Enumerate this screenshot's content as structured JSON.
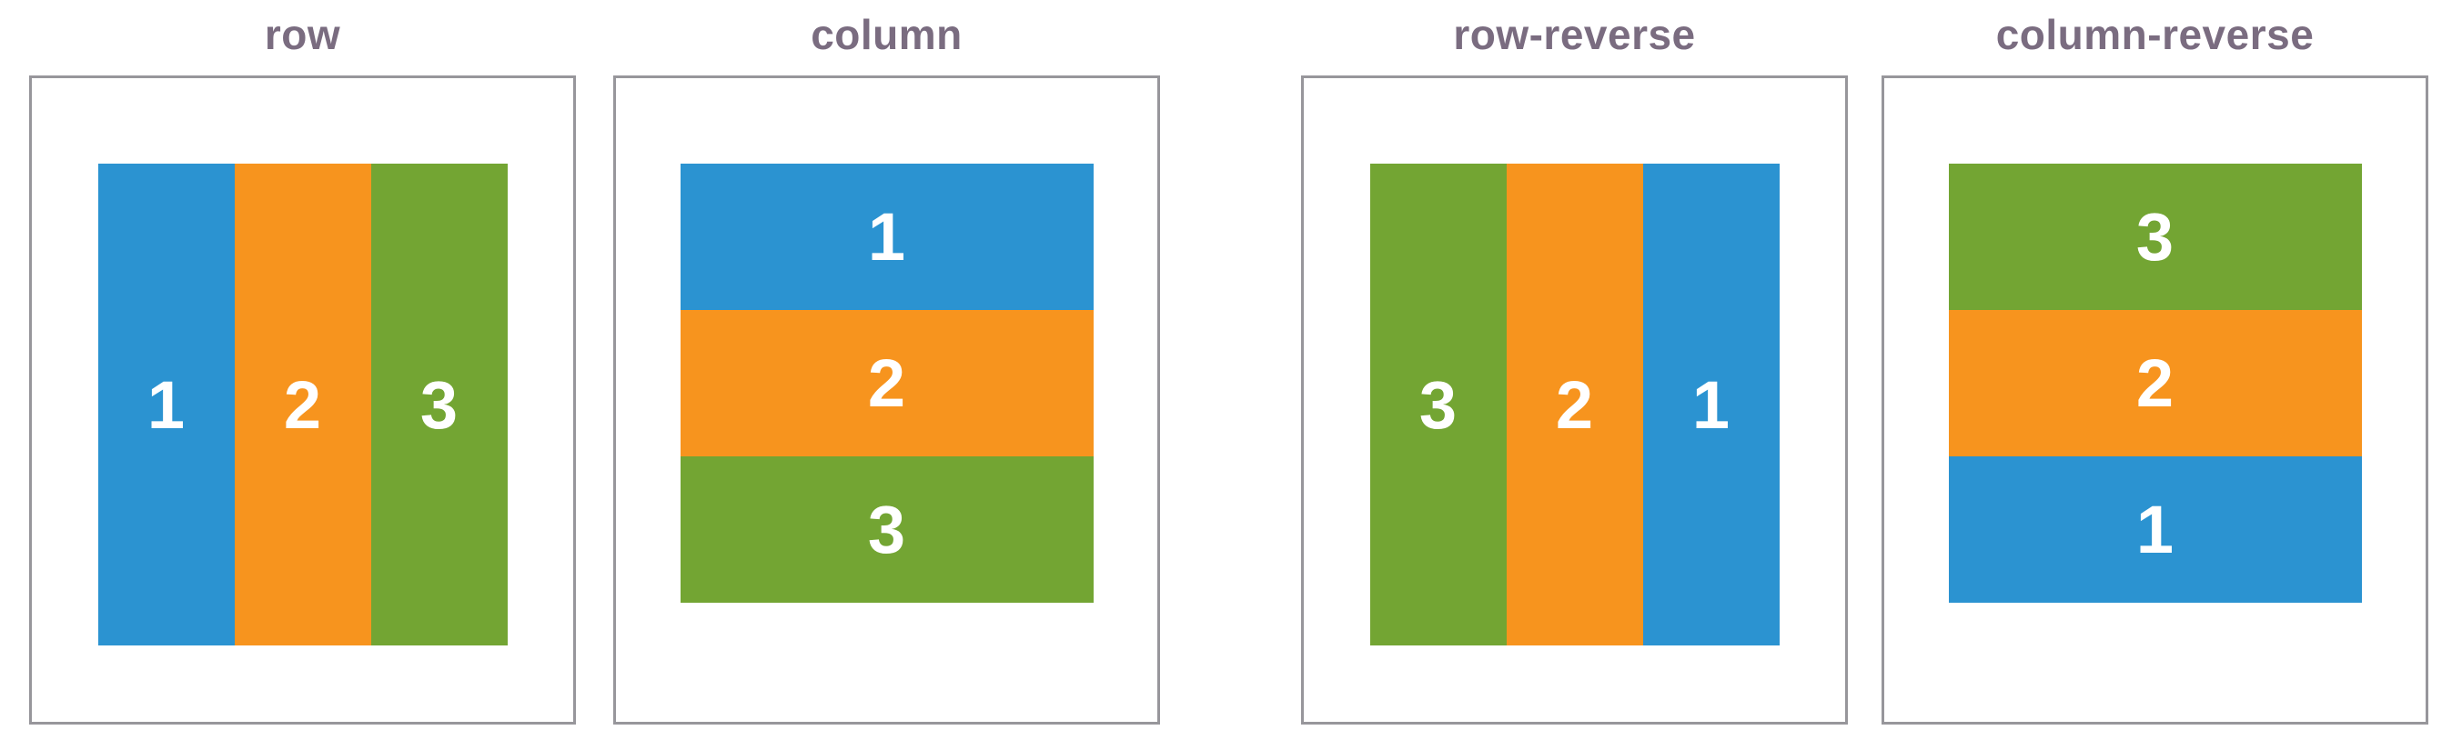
{
  "colors": {
    "blue": "#2b93d1",
    "orange": "#f7941e",
    "green": "#73a533",
    "box_border": "#97969b",
    "title_text": "#7a6c80",
    "block_label": "#ffffff"
  },
  "panels": [
    {
      "title": "row",
      "direction": "row",
      "blocks": [
        {
          "label": "1",
          "color": "#2b93d1"
        },
        {
          "label": "2",
          "color": "#f7941e"
        },
        {
          "label": "3",
          "color": "#73a533"
        }
      ]
    },
    {
      "title": "column",
      "direction": "column",
      "blocks": [
        {
          "label": "1",
          "color": "#2b93d1"
        },
        {
          "label": "2",
          "color": "#f7941e"
        },
        {
          "label": "3",
          "color": "#73a533"
        }
      ]
    },
    {
      "title": "row-reverse",
      "direction": "row-reverse",
      "blocks": [
        {
          "label": "1",
          "color": "#2b93d1"
        },
        {
          "label": "2",
          "color": "#f7941e"
        },
        {
          "label": "3",
          "color": "#73a533"
        }
      ]
    },
    {
      "title": "column-reverse",
      "direction": "column-reverse",
      "blocks": [
        {
          "label": "1",
          "color": "#2b93d1"
        },
        {
          "label": "2",
          "color": "#f7941e"
        },
        {
          "label": "3",
          "color": "#73a533"
        }
      ]
    }
  ]
}
